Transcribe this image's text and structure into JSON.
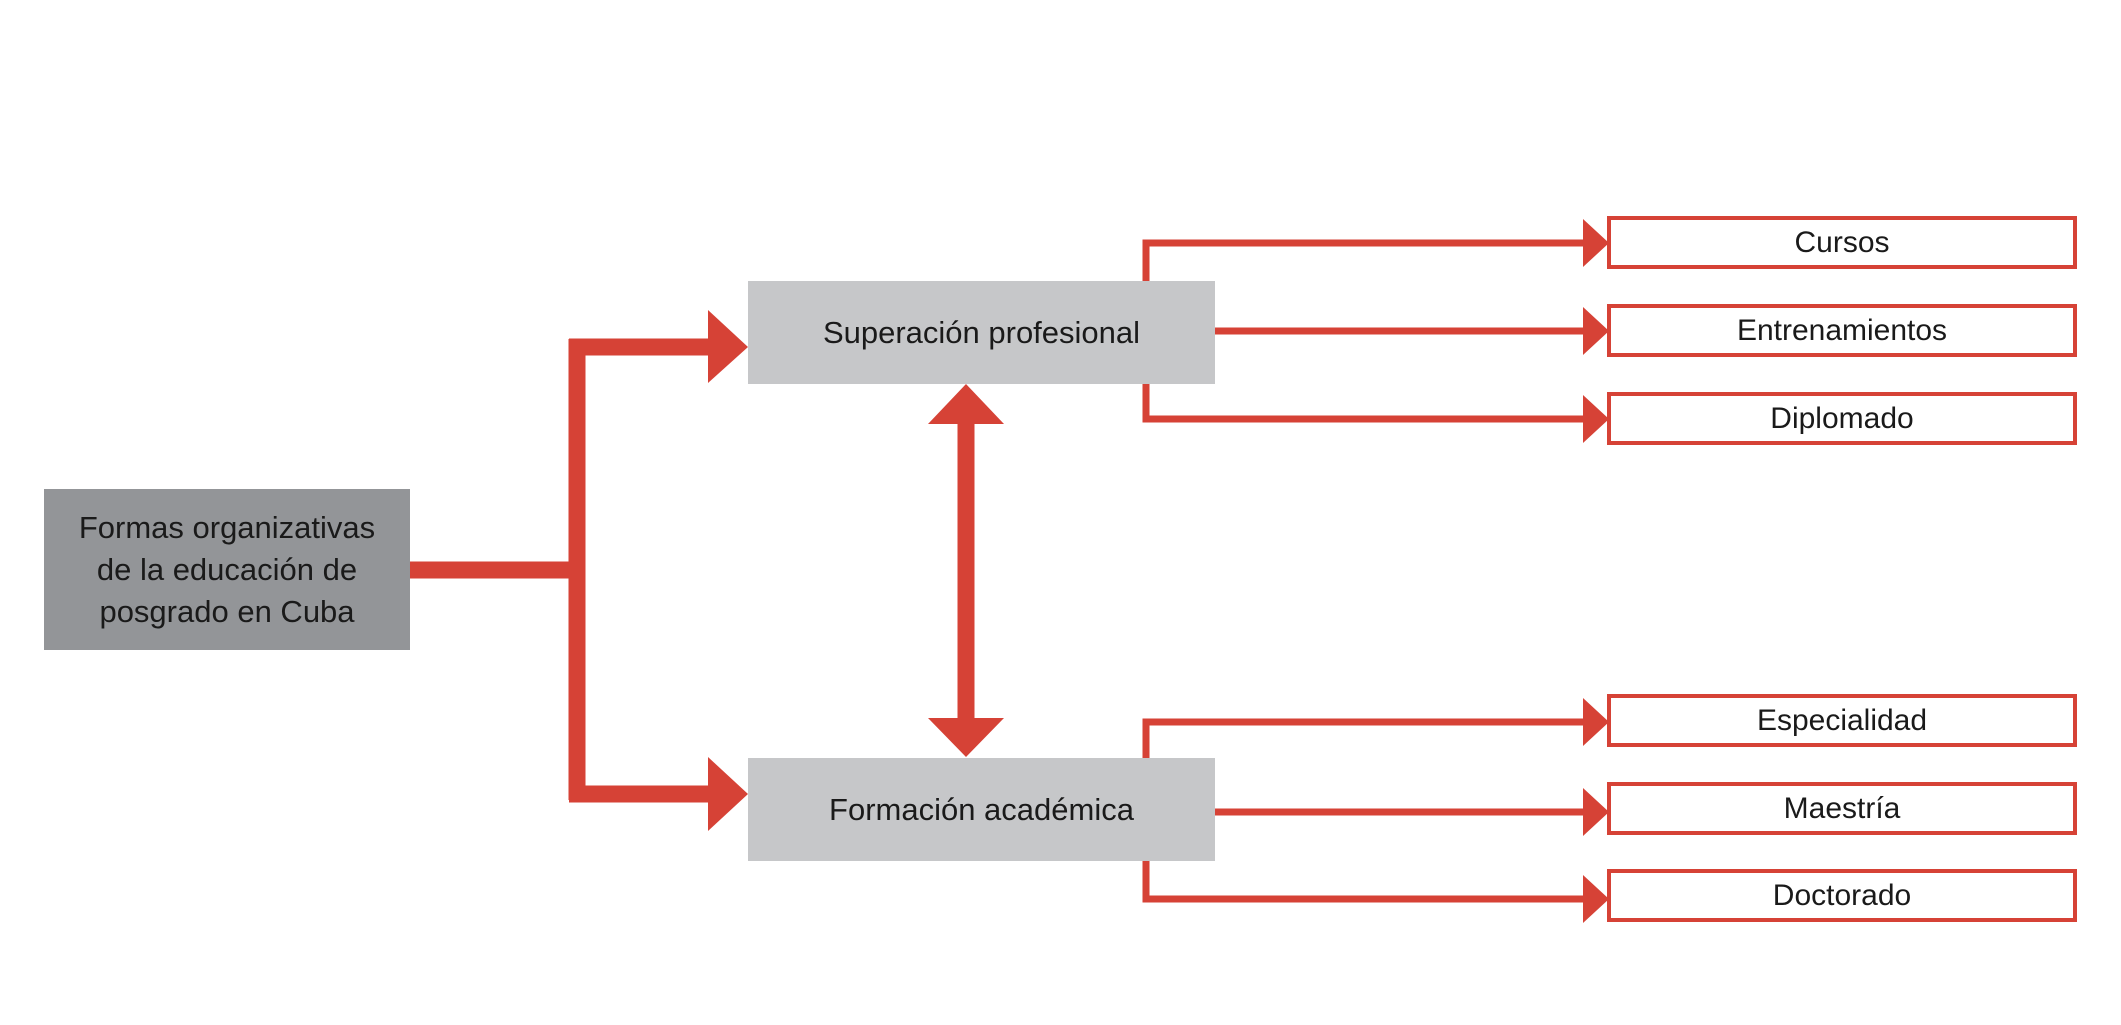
{
  "colors": {
    "connector": "#d64236",
    "root_fill": "#939598",
    "level_fill": "#c6c7c9",
    "leaf_border": "#d64236"
  },
  "root": {
    "line1": "Formas organizativas",
    "line2": "de la educación de",
    "line3": "posgrado en Cuba"
  },
  "branches": [
    {
      "label": "Superación profesional",
      "children": [
        "Cursos",
        "Entrenamientos",
        "Diplomado"
      ]
    },
    {
      "label": "Formación académica",
      "children": [
        "Especialidad",
        "Maestría",
        "Doctorado"
      ]
    }
  ]
}
